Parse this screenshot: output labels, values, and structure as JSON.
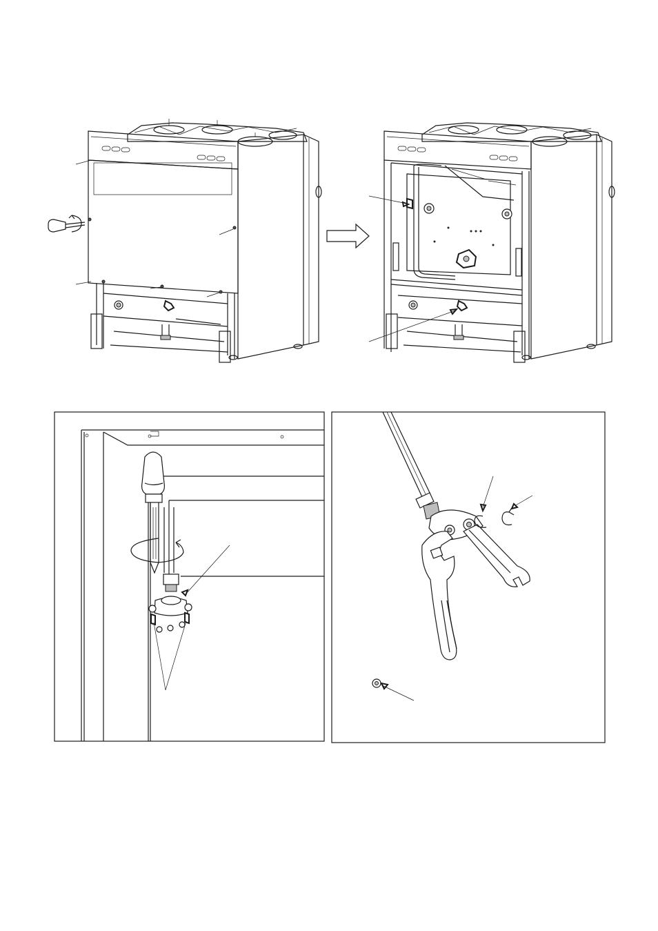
{
  "page": {
    "background": "#ffffff",
    "line_color": "#1a1a1a"
  },
  "figures": [
    {
      "id": "cooker-with-back-panel",
      "icon": "cooker-rear-panel-icon"
    },
    {
      "id": "direction-arrow",
      "icon": "right-arrow-icon"
    },
    {
      "id": "cooker-panel-removed",
      "icon": "cooker-rear-open-icon"
    },
    {
      "id": "screwdriver-detail",
      "icon": "screwdriver-icon"
    },
    {
      "id": "wrench-detail",
      "icon": "wrench-icon"
    }
  ]
}
